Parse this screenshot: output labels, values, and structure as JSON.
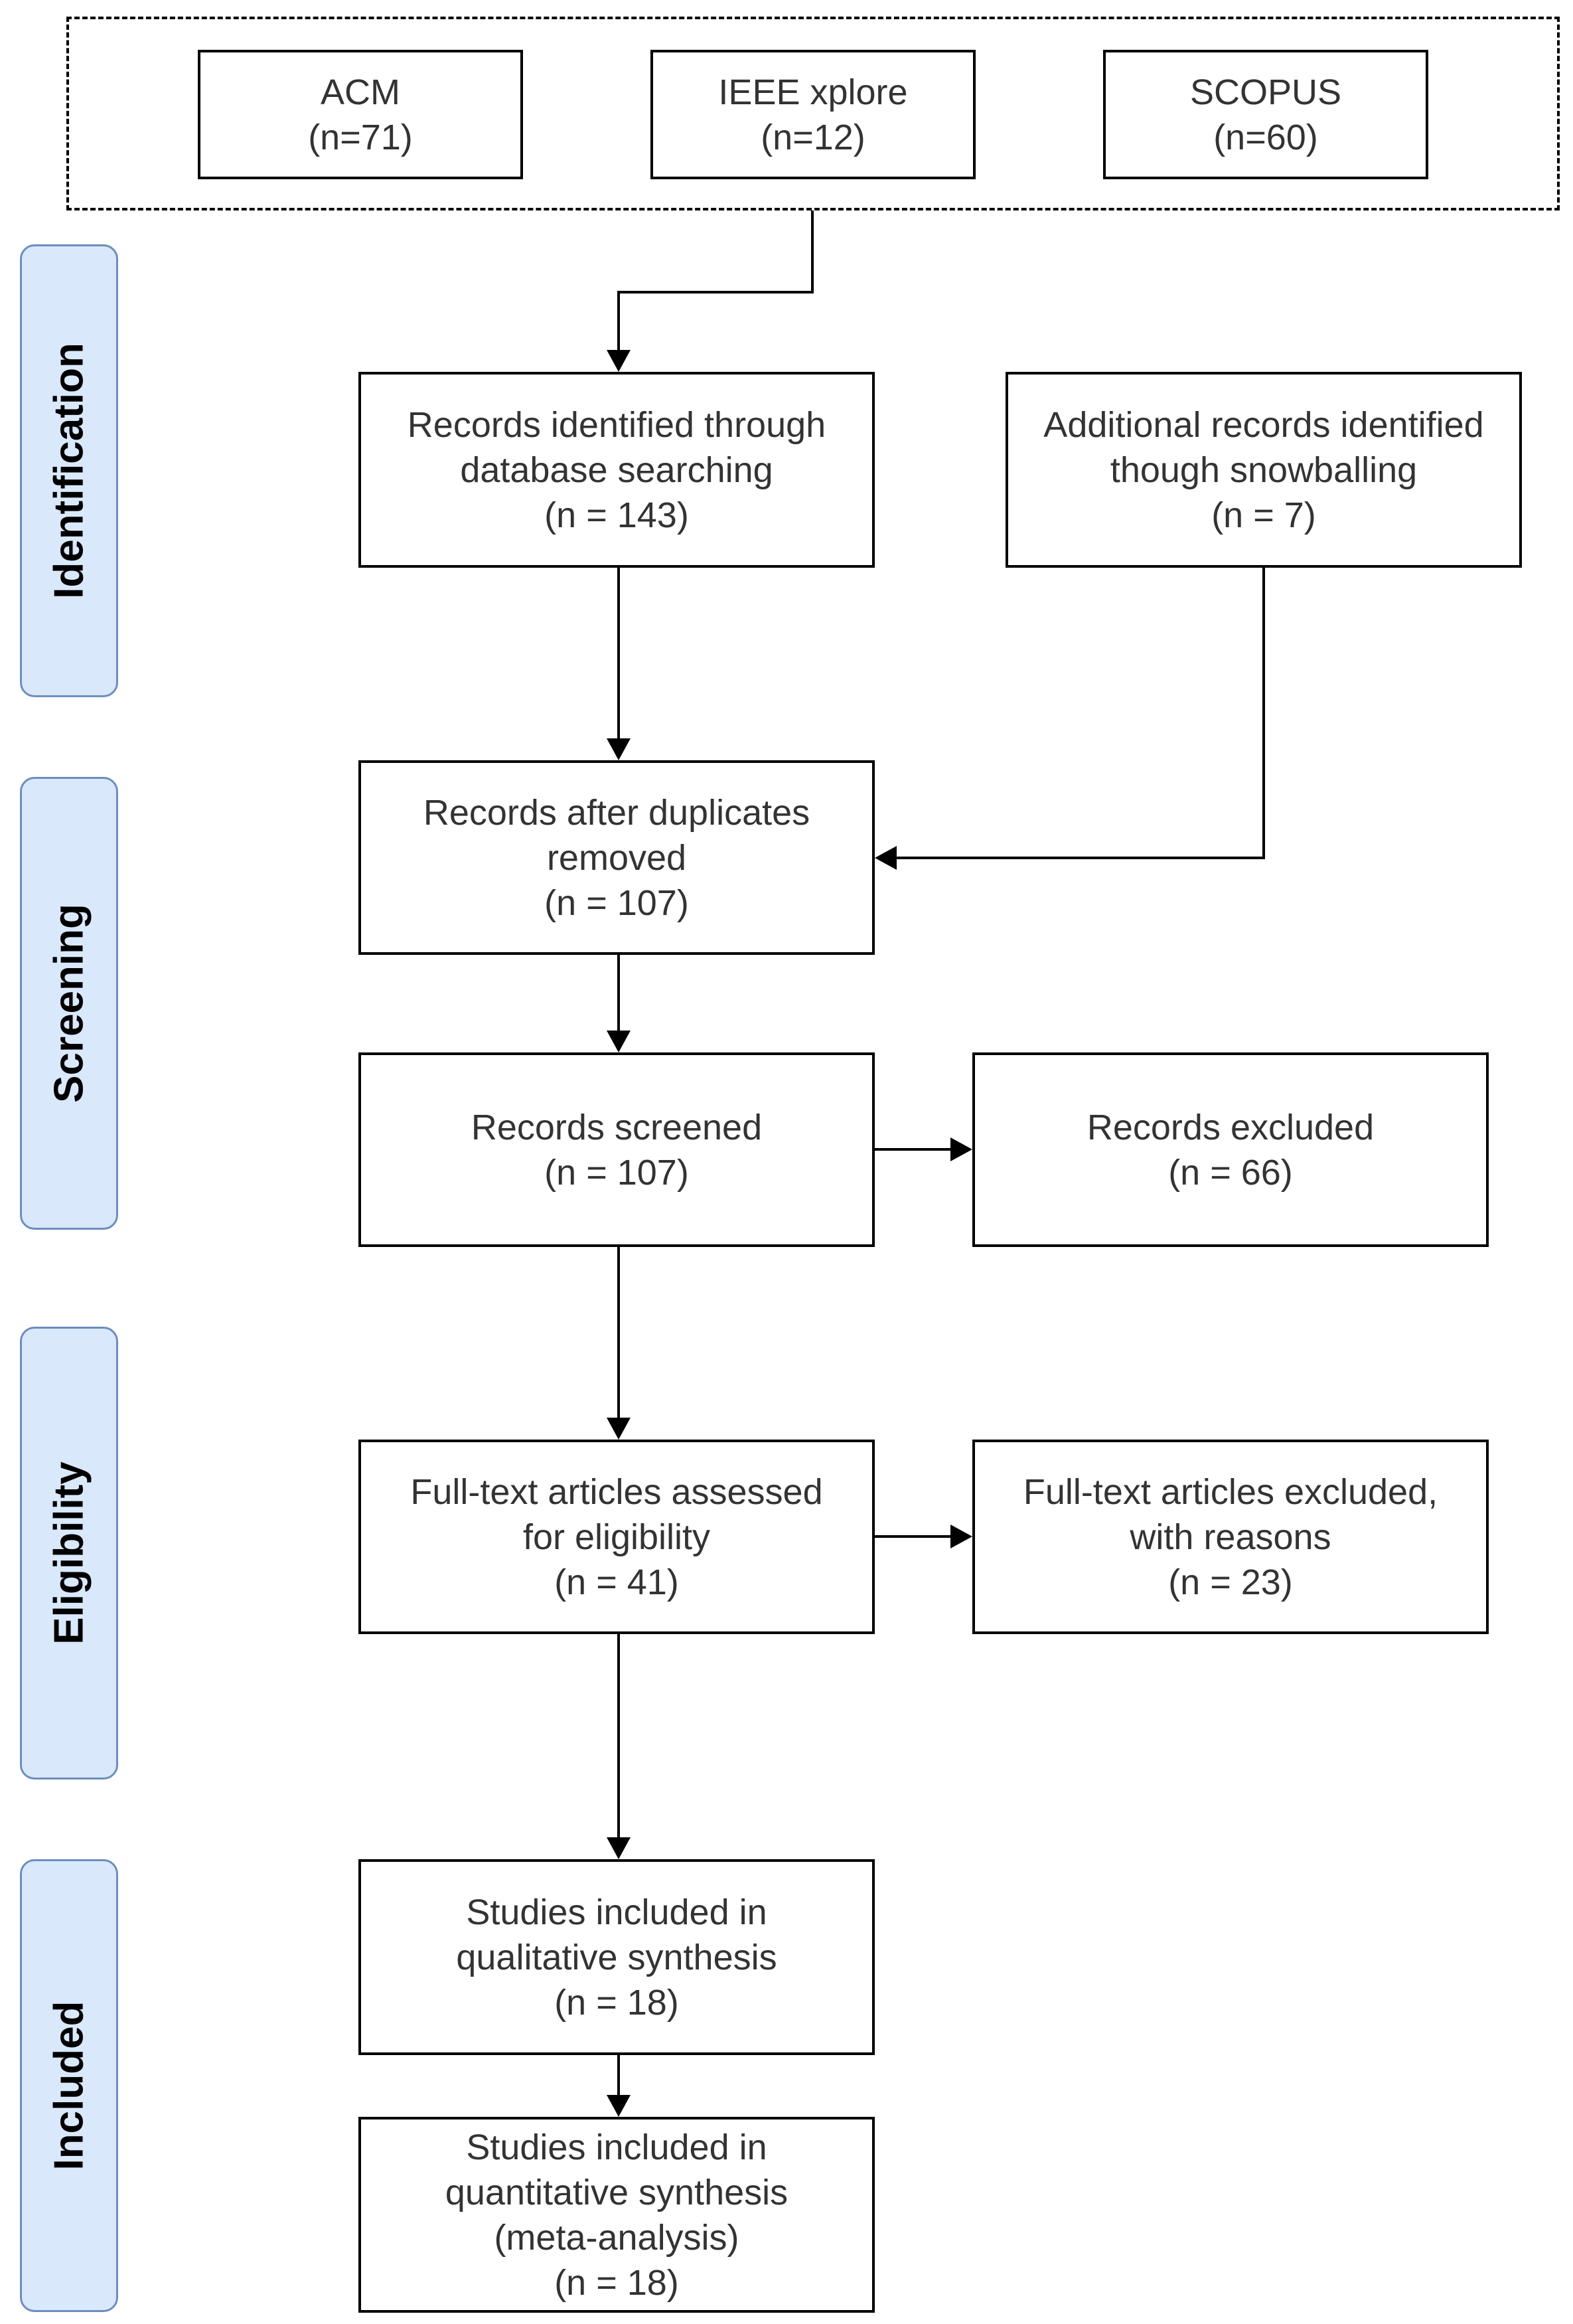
{
  "stages": {
    "identification": "Identification",
    "screening": "Screening",
    "eligibility": "Eligibility",
    "included": "Included"
  },
  "sources": {
    "acm": {
      "name": "ACM",
      "count": "(n=71)"
    },
    "ieee": {
      "name": "IEEE xplore",
      "count": "(n=12)"
    },
    "scopus": {
      "name": "SCOPUS",
      "count": "(n=60)"
    }
  },
  "boxes": {
    "records_identified": [
      "Records identified through",
      "database searching",
      "(n =  143)"
    ],
    "additional_records": [
      "Additional records identified",
      "though snowballing",
      "(n = 7)"
    ],
    "after_duplicates": [
      "Records after duplicates",
      "removed",
      "(n = 107)"
    ],
    "screened": [
      "Records screened",
      "(n = 107)"
    ],
    "excluded": [
      "Records excluded",
      "(n = 66)"
    ],
    "fulltext_assessed": [
      "Full-text articles assessed",
      "for eligibility",
      "(n = 41)"
    ],
    "fulltext_excluded": [
      "Full-text articles excluded,",
      "with reasons",
      "(n = 23)"
    ],
    "qualitative": [
      "Studies included in",
      "qualitative synthesis",
      "(n = 18)"
    ],
    "quantitative": [
      "Studies included in",
      "quantitative synthesis",
      "(meta-analysis)",
      "(n = 18)"
    ]
  },
  "colors": {
    "stage_fill": "#dae8fc",
    "stage_border": "#6c8ebf",
    "box_border": "#000000",
    "text": "#333333"
  }
}
